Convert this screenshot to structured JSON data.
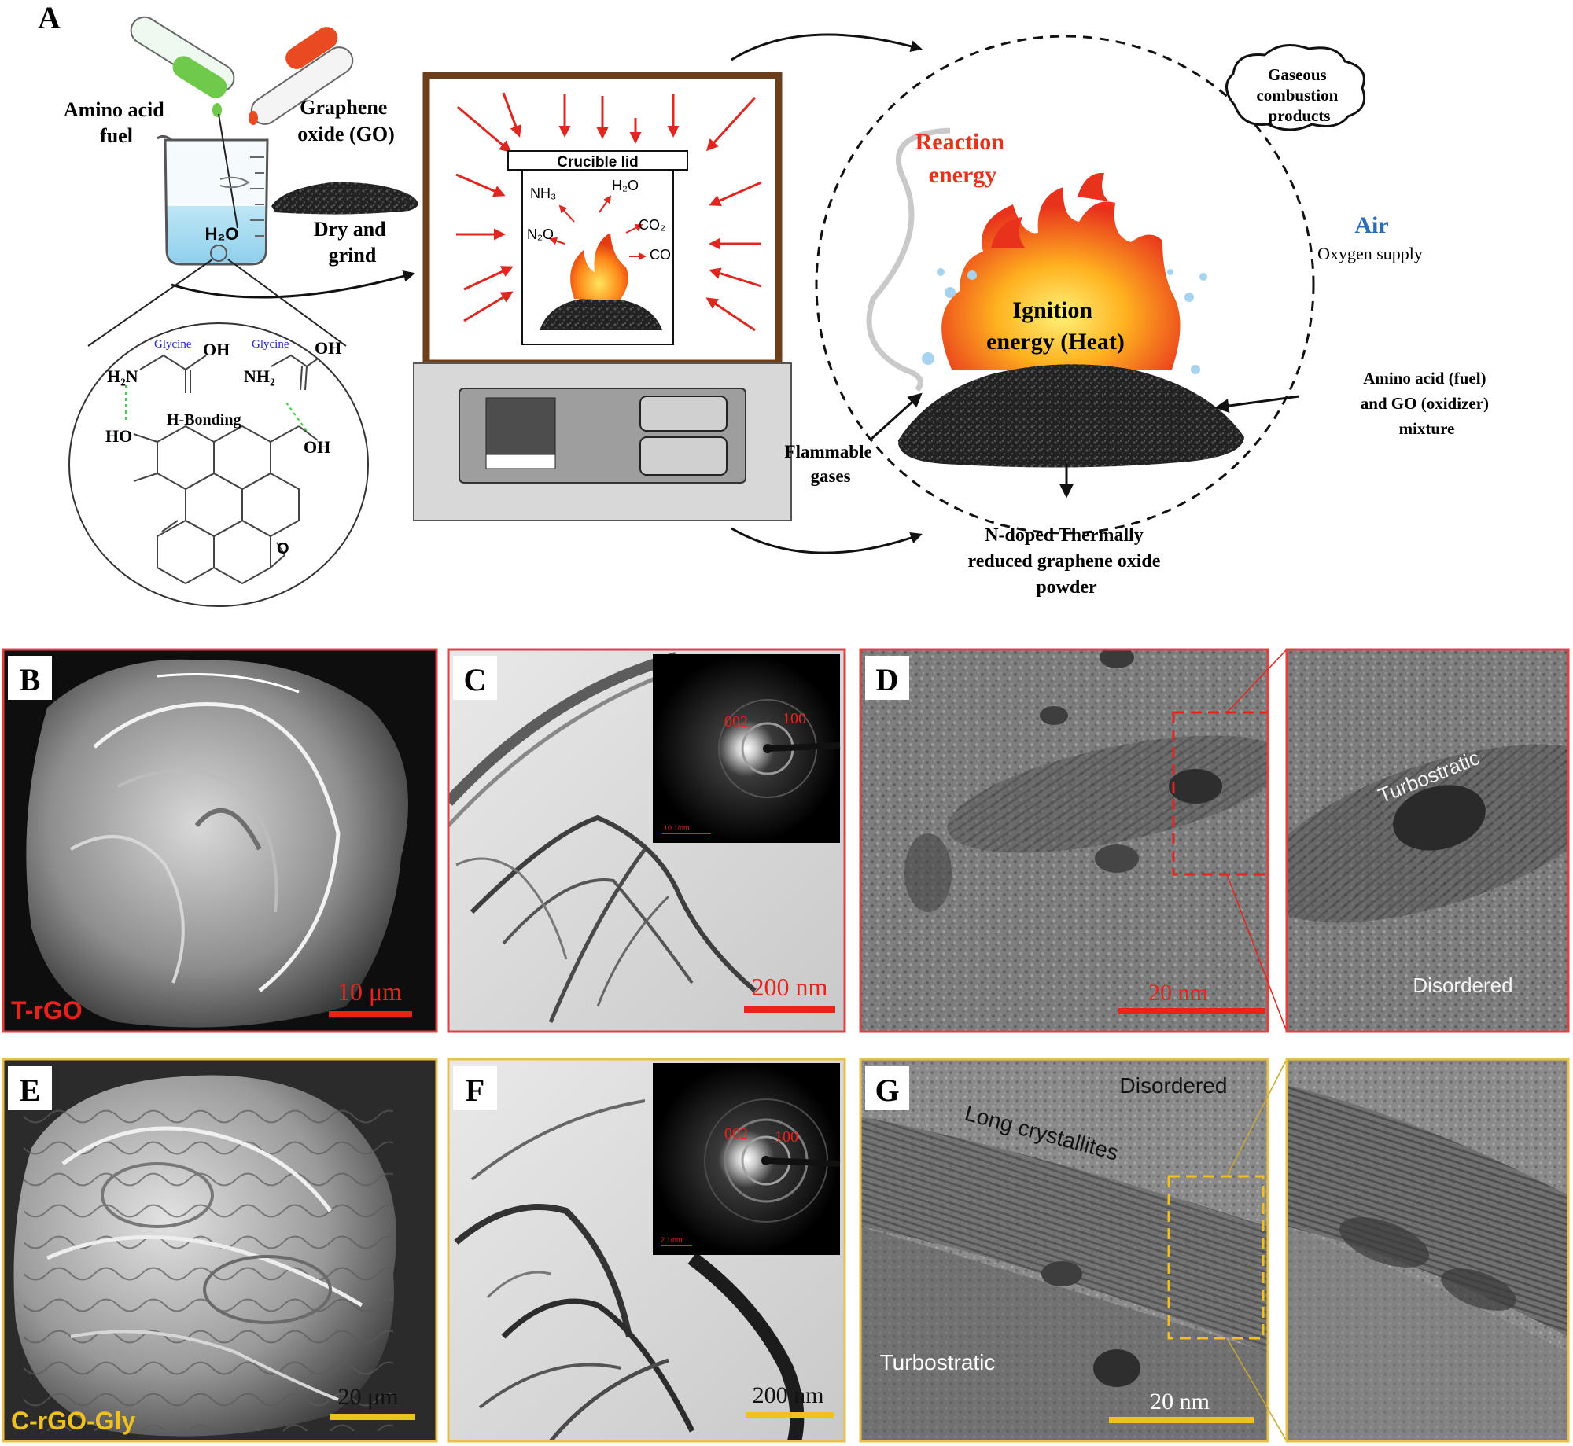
{
  "colors": {
    "red_frame": "#e04040",
    "yellow_frame": "#e6c04a",
    "flame_red": "#e8321c",
    "flame_orange": "#ff8a1a",
    "air_blue": "#2a6db5",
    "oven_brown": "#6b3f1c",
    "scale_gray": "#d8d8d8",
    "scalebar_red": "#e8231b",
    "scalebar_yellow": "#f0c020"
  },
  "panel_a": {
    "label": "A",
    "amino_acid_fuel": [
      "Amino acid",
      "fuel"
    ],
    "graphene_oxide": [
      "Graphene",
      "oxide (GO)"
    ],
    "h2o": "H₂O",
    "dry_and_grind": [
      "Dry and",
      "grind"
    ],
    "molecule": {
      "glycine_left": "Glycine",
      "glycine_right": "Glycine",
      "oh_left": "OH",
      "oh_right": "OH",
      "h2n": "H₂N",
      "nh2": "NH₂",
      "h_bonding": "H-Bonding",
      "ho": "HO",
      "oh_ring": "OH",
      "epoxide_o": "O"
    },
    "crucible_lid": "Crucible lid",
    "gases": {
      "nh3": "NH₃",
      "h2o": "H₂O",
      "n2o": "N₂O",
      "co2": "CO₂",
      "co": "CO"
    },
    "gaseous_products": [
      "Gaseous",
      "combustion",
      "products"
    ],
    "reaction_energy": [
      "Reaction",
      "energy"
    ],
    "air": "Air",
    "oxygen_supply": "Oxygen supply",
    "ignition_energy": [
      "Ignition",
      "energy (Heat)"
    ],
    "flammable_gases": [
      "Flammable",
      "gases"
    ],
    "mixture": [
      "Amino acid (fuel)",
      "and GO (oxidizer)",
      "mixture"
    ],
    "product": [
      "N-doped Thermally",
      "reduced graphene oxide",
      "powder"
    ]
  },
  "panel_b": {
    "label": "B",
    "sample": "T-rGO",
    "scale": "10 μm"
  },
  "panel_c": {
    "label": "C",
    "scale": "200 nm",
    "ring_002": "002",
    "ring_100": "100",
    "inset_scale": "10 1/nm"
  },
  "panel_d": {
    "label": "D",
    "scale": "20 nm",
    "turbostratic": "Turbostratic",
    "disordered": "Disordered"
  },
  "panel_e": {
    "label": "E",
    "sample": "C-rGO-Gly",
    "scale": "20 μm"
  },
  "panel_f": {
    "label": "F",
    "scale": "200 nm",
    "ring_002": "002",
    "ring_100": "100",
    "inset_scale": "2 1/nm"
  },
  "panel_g": {
    "label": "G",
    "scale": "20 nm",
    "disordered": "Disordered",
    "long_crystallites": "Long crystallites",
    "turbostratic": "Turbostratic"
  }
}
